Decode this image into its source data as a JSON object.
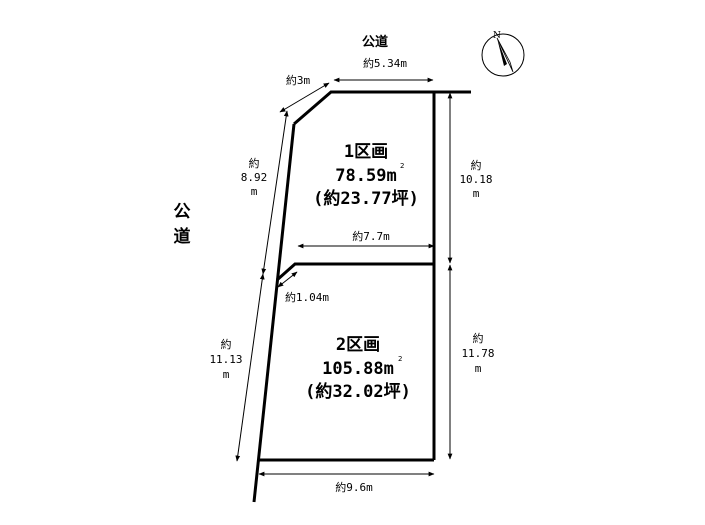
{
  "roads": {
    "top": "公道",
    "left_line1": "公",
    "left_line2": "道"
  },
  "compass": {
    "label": "N"
  },
  "dimensions": {
    "top_width": "約5.34m",
    "corner_cut": "約3m",
    "left_upper": [
      "約",
      "8.92",
      "m"
    ],
    "left_lower": [
      "約",
      "11.13",
      "m"
    ],
    "right_upper": [
      "約",
      "10.18",
      "m"
    ],
    "right_lower": [
      "約",
      "11.78",
      "m"
    ],
    "middle_width": "約7.7m",
    "inner_cut": "約1.04m",
    "bottom_width": "約9.6m"
  },
  "lots": [
    {
      "name": "1区画",
      "area_value": "78.59",
      "area_unit": "m",
      "area_sup": "2",
      "tsubo": "(約23.77坪)"
    },
    {
      "name": "2区画",
      "area_value": "105.88",
      "area_unit": "m",
      "area_sup": "2",
      "tsubo": "(約32.02坪)"
    }
  ]
}
